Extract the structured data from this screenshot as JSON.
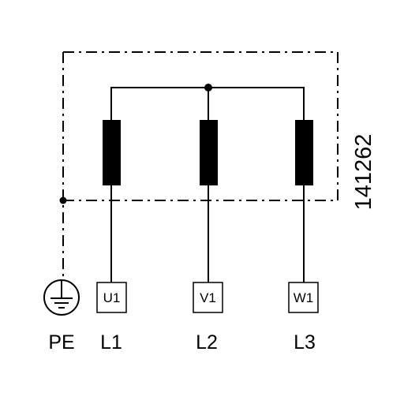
{
  "diagram": {
    "code": "141262",
    "ground_label": "PE",
    "terminals": [
      {
        "label": "U1",
        "line": "L1"
      },
      {
        "label": "V1",
        "line": "L2"
      },
      {
        "label": "W1",
        "line": "L3"
      }
    ]
  }
}
